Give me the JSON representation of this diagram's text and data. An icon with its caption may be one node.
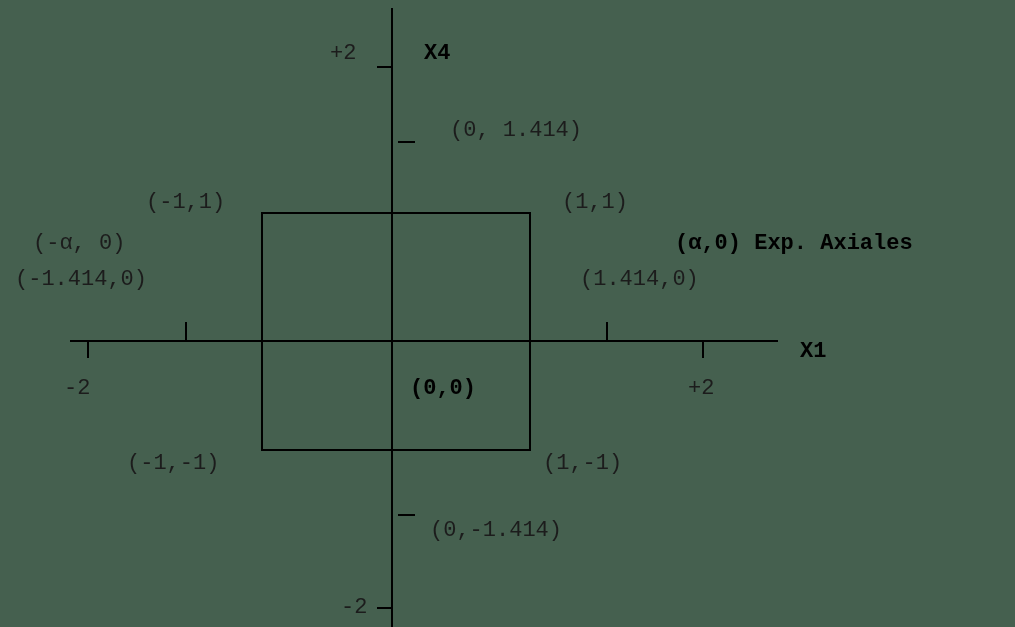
{
  "diagram": {
    "labels": [
      "+2",
      "X4",
      "(0, 1.414)",
      "(-1,1)",
      "(1,1)",
      "(-α, 0)",
      "(α,0) Exp. Axiales",
      "(-1.414,0)",
      "(1.414,0)",
      "X1",
      "-2",
      "(0,0)",
      "+2",
      "(-1,-1)",
      "(1,-1)",
      "(0,-1.414)",
      "-2"
    ]
  }
}
